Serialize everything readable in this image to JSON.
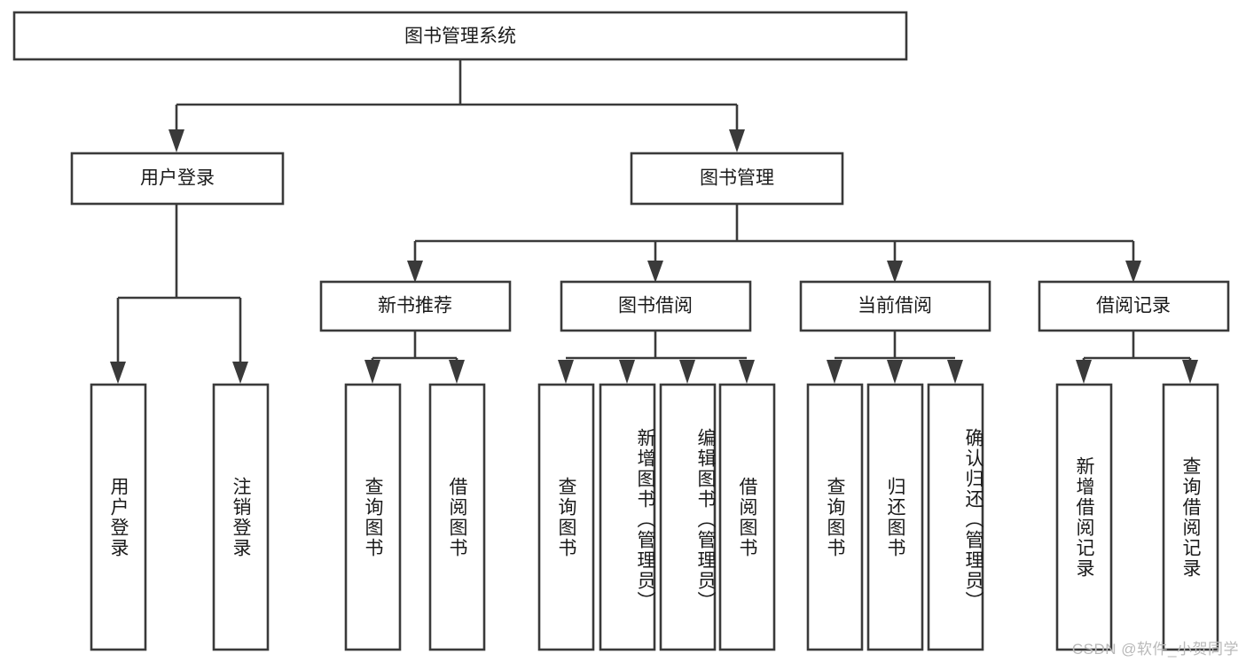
{
  "diagram": {
    "type": "tree-hierarchy",
    "title": "图书管理系统",
    "watermark": "CSDN @软件_小贺同学",
    "colors": {
      "stroke": "#3a3a3a",
      "fill": "#ffffff",
      "text": "#1a1a1a",
      "watermark": "#b9b9b9"
    },
    "root": {
      "label": "图书管理系统",
      "orientation": "horizontal"
    },
    "level2": [
      {
        "label": "用户登录",
        "orientation": "horizontal"
      },
      {
        "label": "图书管理",
        "orientation": "horizontal"
      }
    ],
    "level3": [
      {
        "label": "新书推荐",
        "orientation": "horizontal",
        "parent": "图书管理"
      },
      {
        "label": "图书借阅",
        "orientation": "horizontal",
        "parent": "图书管理"
      },
      {
        "label": "当前借阅",
        "orientation": "horizontal",
        "parent": "图书管理"
      },
      {
        "label": "借阅记录",
        "orientation": "horizontal",
        "parent": "图书管理"
      }
    ],
    "leaves": [
      {
        "label": "用户登录",
        "orientation": "vertical",
        "parent": "用户登录"
      },
      {
        "label": "注销登录",
        "orientation": "vertical",
        "parent": "用户登录"
      },
      {
        "label": "查询图书",
        "orientation": "vertical",
        "parent": "新书推荐"
      },
      {
        "label": "借阅图书",
        "orientation": "vertical",
        "parent": "新书推荐"
      },
      {
        "label": "查询图书",
        "orientation": "vertical",
        "parent": "图书借阅"
      },
      {
        "label": "新增图书（管理员）",
        "orientation": "vertical",
        "parent": "图书借阅"
      },
      {
        "label": "编辑图书（管理员）",
        "orientation": "vertical",
        "parent": "图书借阅"
      },
      {
        "label": "借阅图书",
        "orientation": "vertical",
        "parent": "图书借阅"
      },
      {
        "label": "查询图书",
        "orientation": "vertical",
        "parent": "当前借阅"
      },
      {
        "label": "归还图书",
        "orientation": "vertical",
        "parent": "当前借阅"
      },
      {
        "label": "确认归还（管理员）",
        "orientation": "vertical",
        "parent": "当前借阅"
      },
      {
        "label": "新增借阅记录",
        "orientation": "vertical",
        "parent": "借阅记录"
      },
      {
        "label": "查询借阅记录",
        "orientation": "vertical",
        "parent": "借阅记录"
      }
    ]
  }
}
